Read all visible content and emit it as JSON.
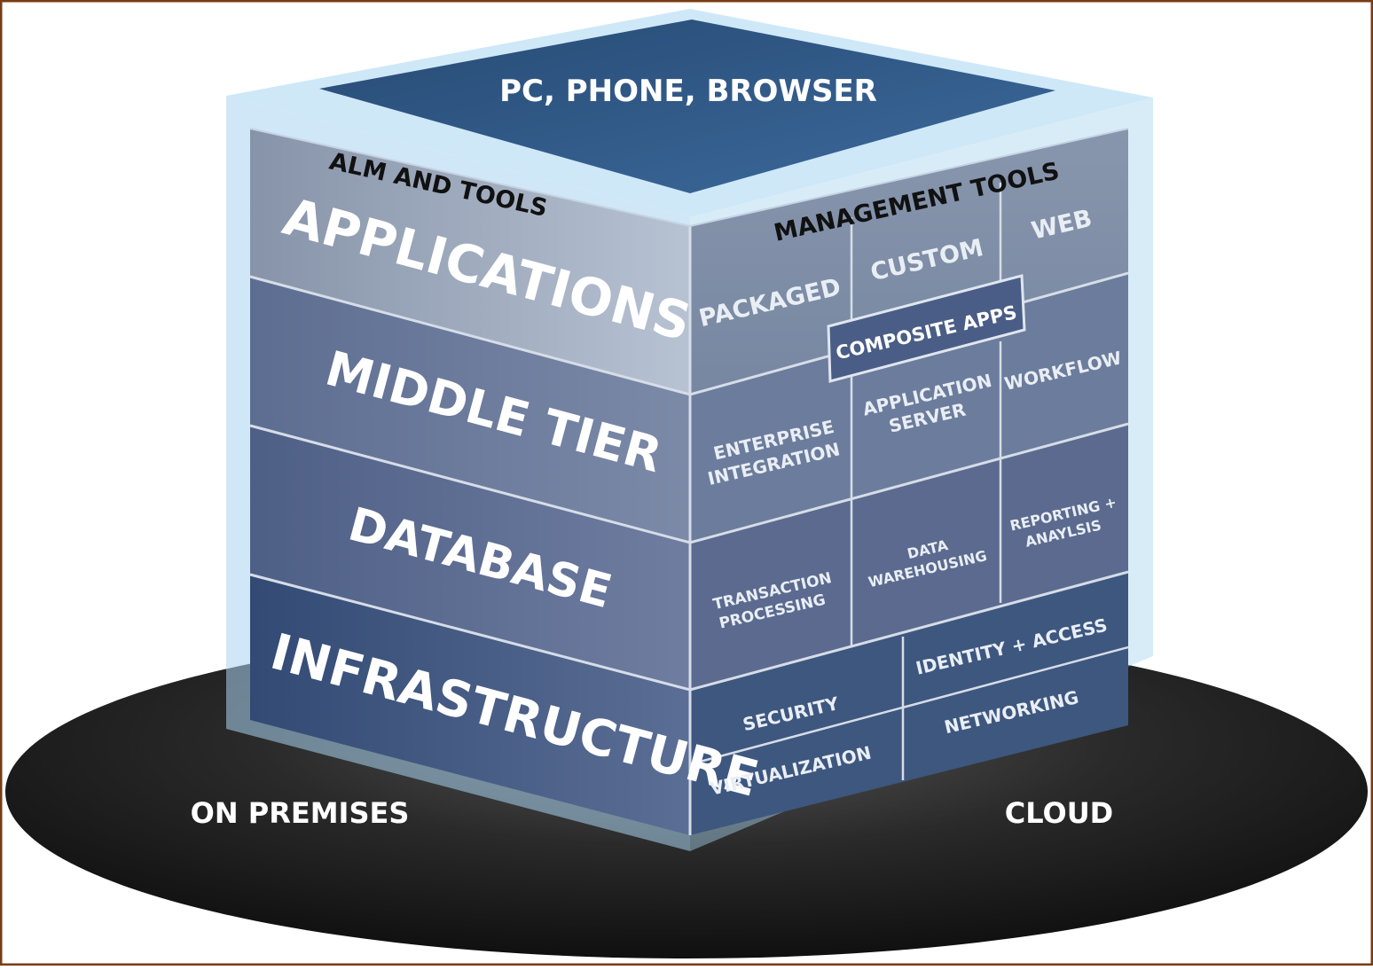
{
  "top_face": {
    "label": "PC, PHONE, BROWSER"
  },
  "edges": {
    "left": "ALM AND TOOLS",
    "right": "MANAGEMENT TOOLS"
  },
  "layers": [
    {
      "name": "APPLICATIONS"
    },
    {
      "name": "MIDDLE TIER"
    },
    {
      "name": "DATABASE"
    },
    {
      "name": "INFRASTRUCTURE"
    }
  ],
  "right_cells": {
    "packaged": "PACKAGED",
    "custom": "CUSTOM",
    "web": "WEB",
    "composite_apps": "COMPOSITE APPS",
    "enterprise_integration": [
      "ENTERPRISE",
      "INTEGRATION"
    ],
    "application_server": [
      "APPLICATION",
      "SERVER"
    ],
    "workflow": "WORKFLOW",
    "transaction_processing": [
      "TRANSACTION",
      "PROCESSING"
    ],
    "data_warehousing": [
      "DATA",
      "WAREHOUSING"
    ],
    "reporting_analysis": [
      "REPORTING +",
      "ANAYLSIS"
    ],
    "security": "SECURITY",
    "identity_access": "IDENTITY + ACCESS",
    "virtualization": "VIRTUALIZATION",
    "networking": "NETWORKING"
  },
  "base": {
    "left_label": "ON PREMISES",
    "right_label": "CLOUD"
  },
  "colors": {
    "frame": "#7a3c14",
    "glass": "#a8d4ef",
    "top": "#2f5785",
    "applications": "#8f9db1",
    "middle_tier": "#63769a",
    "database": "#56698f",
    "infrastructure": "#3f5882",
    "base": "#1b1b1b"
  }
}
